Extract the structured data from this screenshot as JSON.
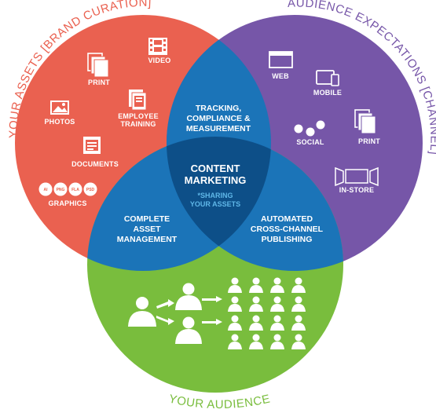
{
  "circles": {
    "left": {
      "title": "YOUR ASSETS [BRAND CURATION]",
      "color": "#ea6150"
    },
    "right": {
      "title": "AUDIENCE EXPECTATIONS [CHANNEL]",
      "color": "#7656a8"
    },
    "bottom": {
      "title": "YOUR AUDIENCE",
      "color": "#79bd3d"
    }
  },
  "left_items": {
    "video": "VIDEO",
    "print": "PRINT",
    "photos": "PHOTOS",
    "employee_training_1": "EMPLOYEE",
    "employee_training_2": "TRAINING",
    "documents": "DOCUMENTS",
    "graphics": "GRAPHICS",
    "badges": [
      "AI",
      "PNG",
      "FLA",
      "PSD"
    ]
  },
  "right_items": {
    "web": "WEB",
    "mobile": "MOBILE",
    "social": "SOCIAL",
    "print": "PRINT",
    "in_store": "IN-STORE"
  },
  "overlaps": {
    "top": [
      "TRACKING,",
      "COMPLIANCE &",
      "MEASUREMENT"
    ],
    "left": [
      "COMPLETE",
      "ASSET",
      "MANAGEMENT"
    ],
    "right": [
      "AUTOMATED",
      "CROSS-CHANNEL",
      "PUBLISHING"
    ],
    "center_title": [
      "CONTENT",
      "MARKETING"
    ],
    "center_sub": [
      "*SHARING",
      "YOUR ASSETS"
    ]
  },
  "colors": {
    "overlap_blue": "#1b74b8",
    "center_blue": "#0d4f88",
    "center_sub_text": "#5fb7e8"
  }
}
